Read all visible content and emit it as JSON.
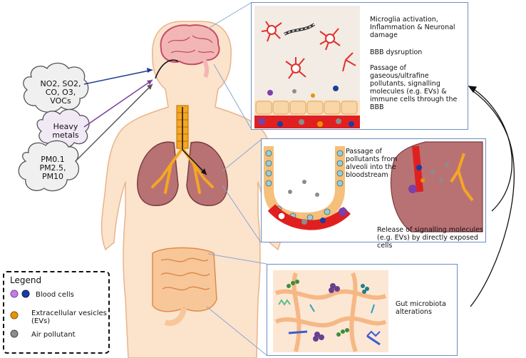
{
  "clouds": {
    "gases": [
      "NO2, SO2,",
      "CO, O3,",
      "VOCs"
    ],
    "heavy_metals": [
      "Heavy",
      "metals"
    ],
    "particulate": [
      "PM0.1",
      "PM2.5,",
      "PM10"
    ]
  },
  "brain_panel": {
    "texts": [
      "Microglia activation, Inflammation & Neuronal damage",
      "BBB dysruption",
      "Passage of gaseous/ultrafine pollutants, signalling molecules (e.g. EVs) & immune cells through the BBB"
    ]
  },
  "lung_panel": {
    "passage": "Passage of pollutants from alveoli into the bloodstream",
    "release": "Release of signalling molecules (e.g. EVs) by directly exposed cells"
  },
  "gut_panel": {
    "text": "Gut microbiota alterations"
  },
  "legend": {
    "title": "Legend",
    "items": [
      "Blood cells",
      "Extracellular vesicles (EVs)",
      "Air pollutant"
    ]
  },
  "colors": {
    "panel_border": "#6a8fc0",
    "body_fill": "#fbe3cc",
    "body_outline": "#e9b48a",
    "blood": "#d62828",
    "airway": "#f5a623",
    "lung": "#b97274",
    "gut": "#f7c79a",
    "pollutant": "#8c8c8c",
    "ev": "#e69500"
  }
}
